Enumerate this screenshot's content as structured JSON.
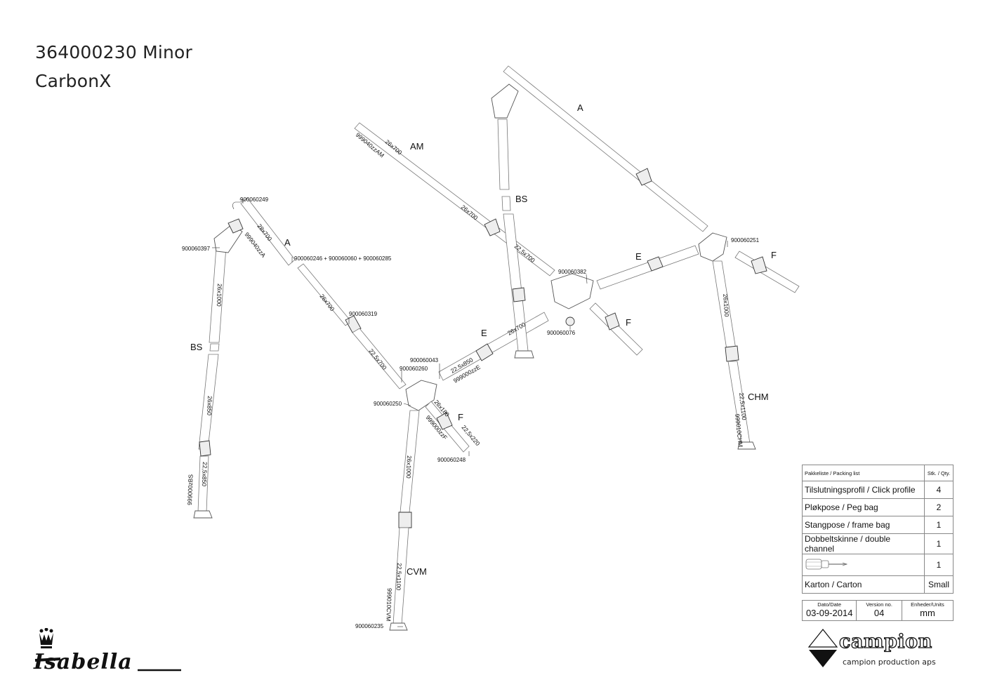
{
  "header": {
    "title": "364000230 Minor",
    "subtitle": "CarbonX"
  },
  "parts": {
    "p249": "900060249",
    "p397": "900060397",
    "p246": "900060246 + 900060060 + 900060285",
    "p319": "900060319",
    "p043": "900060043",
    "p260": "900060260",
    "p250": "900060250",
    "p248": "900060248",
    "p235": "900060235",
    "p382": "900060382",
    "p076": "900060076",
    "p251": "900060251"
  },
  "labels": {
    "a_left": "A",
    "a_top": "A",
    "am": "AM",
    "bs_left": "BS",
    "bs_back": "BS",
    "e_front": "E",
    "e_back": "E",
    "f_front": "F",
    "f_mid": "F",
    "f_right": "F",
    "cvm": "CVM",
    "chm": "CHM"
  },
  "dimensions": {
    "a_28x700": "28x700",
    "a_code": "999040zzA",
    "a_26x700": "26x700",
    "a_225x700": "22,5x700",
    "am_code": "999040zzAM",
    "am_26x700_1": "26x700",
    "am_26x700_2": "26x700",
    "am_225x700": "22,5x700",
    "bs_26x1000": "26x1000",
    "bs_26x850": "26x850",
    "bs_225x850": "22,5x850",
    "bs_code": "999000zBS",
    "e_225x850": "22,5x850",
    "e_code": "999000zzE",
    "e_26x700": "26x700",
    "f_26x180": "26x180",
    "f_code": "999000zzF",
    "f_225x220": "22,5x220",
    "cvm_26x1000": "26x1000",
    "cvm_225x1100": "22,5x1100",
    "cvm_code": "999010CVM",
    "chm_26x1000": "26x1000",
    "chm_225x1100": "22,5x1100",
    "chm_code": "999010CHM"
  },
  "packing_list": {
    "header": "Pakkeliste / Packing list",
    "qty_header": "Stk. / Qty.",
    "items": [
      {
        "label": "Tilslutningsprofil / Click profile",
        "qty": "4"
      },
      {
        "label": "Pløkpose / Peg bag",
        "qty": "2"
      },
      {
        "label": "Stangpose / frame bag",
        "qty": "1"
      },
      {
        "label": "Dobbeltskinne / double channel",
        "qty": "1"
      },
      {
        "label": "",
        "icon": "screwdriver-icon",
        "qty": "1"
      },
      {
        "label": "Karton / Carton",
        "qty": "Small"
      }
    ]
  },
  "info": {
    "date_label": "Dato/Date",
    "date": "03-09-2014",
    "version_label": "Version no.",
    "version": "04",
    "units_label": "Enheder/Units",
    "units": "mm"
  },
  "brand": {
    "left_logo": "Isabella",
    "right_logo": "campion",
    "right_sub": "campion production aps"
  }
}
